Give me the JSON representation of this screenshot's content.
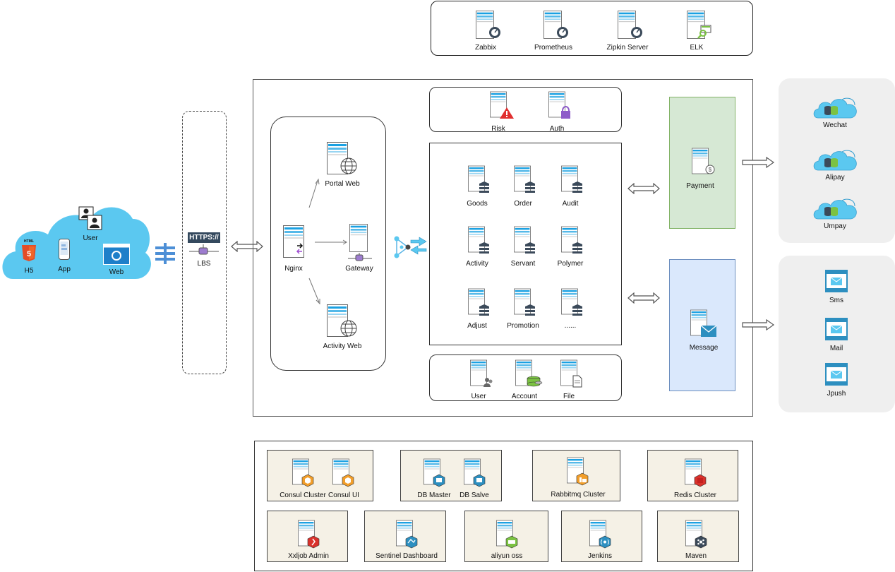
{
  "monitoring": {
    "items": [
      {
        "label": "Zabbix",
        "icon": "gauge"
      },
      {
        "label": "Prometheus",
        "icon": "gauge"
      },
      {
        "label": "Zipkin Server",
        "icon": "gauge"
      },
      {
        "label": "ELK",
        "icon": "magnifier"
      }
    ]
  },
  "client": {
    "user_label": "User",
    "h5_label": "H5",
    "h5_badge": "HTML",
    "app_label": "App",
    "web_label": "Web"
  },
  "lbs": {
    "badge": "HTTPS://",
    "label": "LBS"
  },
  "gateway_group": {
    "nginx": "Nginx",
    "portal_web": "Portal Web",
    "gateway": "Gateway",
    "activity_web": "Activity Web"
  },
  "security": {
    "risk": "Risk",
    "auth": "Auth"
  },
  "services": {
    "rows": [
      [
        "Goods",
        "Order",
        "Audit"
      ],
      [
        "Activity",
        "Servant",
        "Polymer"
      ],
      [
        "Adjust",
        "Promotion",
        "......"
      ]
    ]
  },
  "base_services": {
    "user": "User",
    "account": "Account",
    "file": "File"
  },
  "payment": {
    "label": "Payment",
    "color": "#d6e8d4",
    "border": "#82b366"
  },
  "message": {
    "label": "Message",
    "color": "#dae8fc",
    "border": "#6c8ebf"
  },
  "payment_providers": [
    "Wechat",
    "Alipay",
    "Umpay"
  ],
  "message_channels": [
    "Sms",
    "Mail",
    "Jpush"
  ],
  "infra": {
    "row1": [
      {
        "labels": [
          "Consul Cluster",
          "Consul UI"
        ]
      },
      {
        "labels": [
          "DB Master",
          "DB Salve"
        ]
      },
      {
        "labels": [
          "Rabbitmq Cluster"
        ]
      },
      {
        "labels": [
          "Redis Cluster"
        ]
      }
    ],
    "row2": [
      "Xxljob Admin",
      "Sentinel Dashboard",
      "aliyun oss",
      "Jenkins",
      "Maven"
    ]
  },
  "colors": {
    "cloud": "#5bc8f0",
    "server_stripe": "#1ba1e2",
    "panel": "#f5f1e6",
    "grey_panel": "#efefef"
  }
}
